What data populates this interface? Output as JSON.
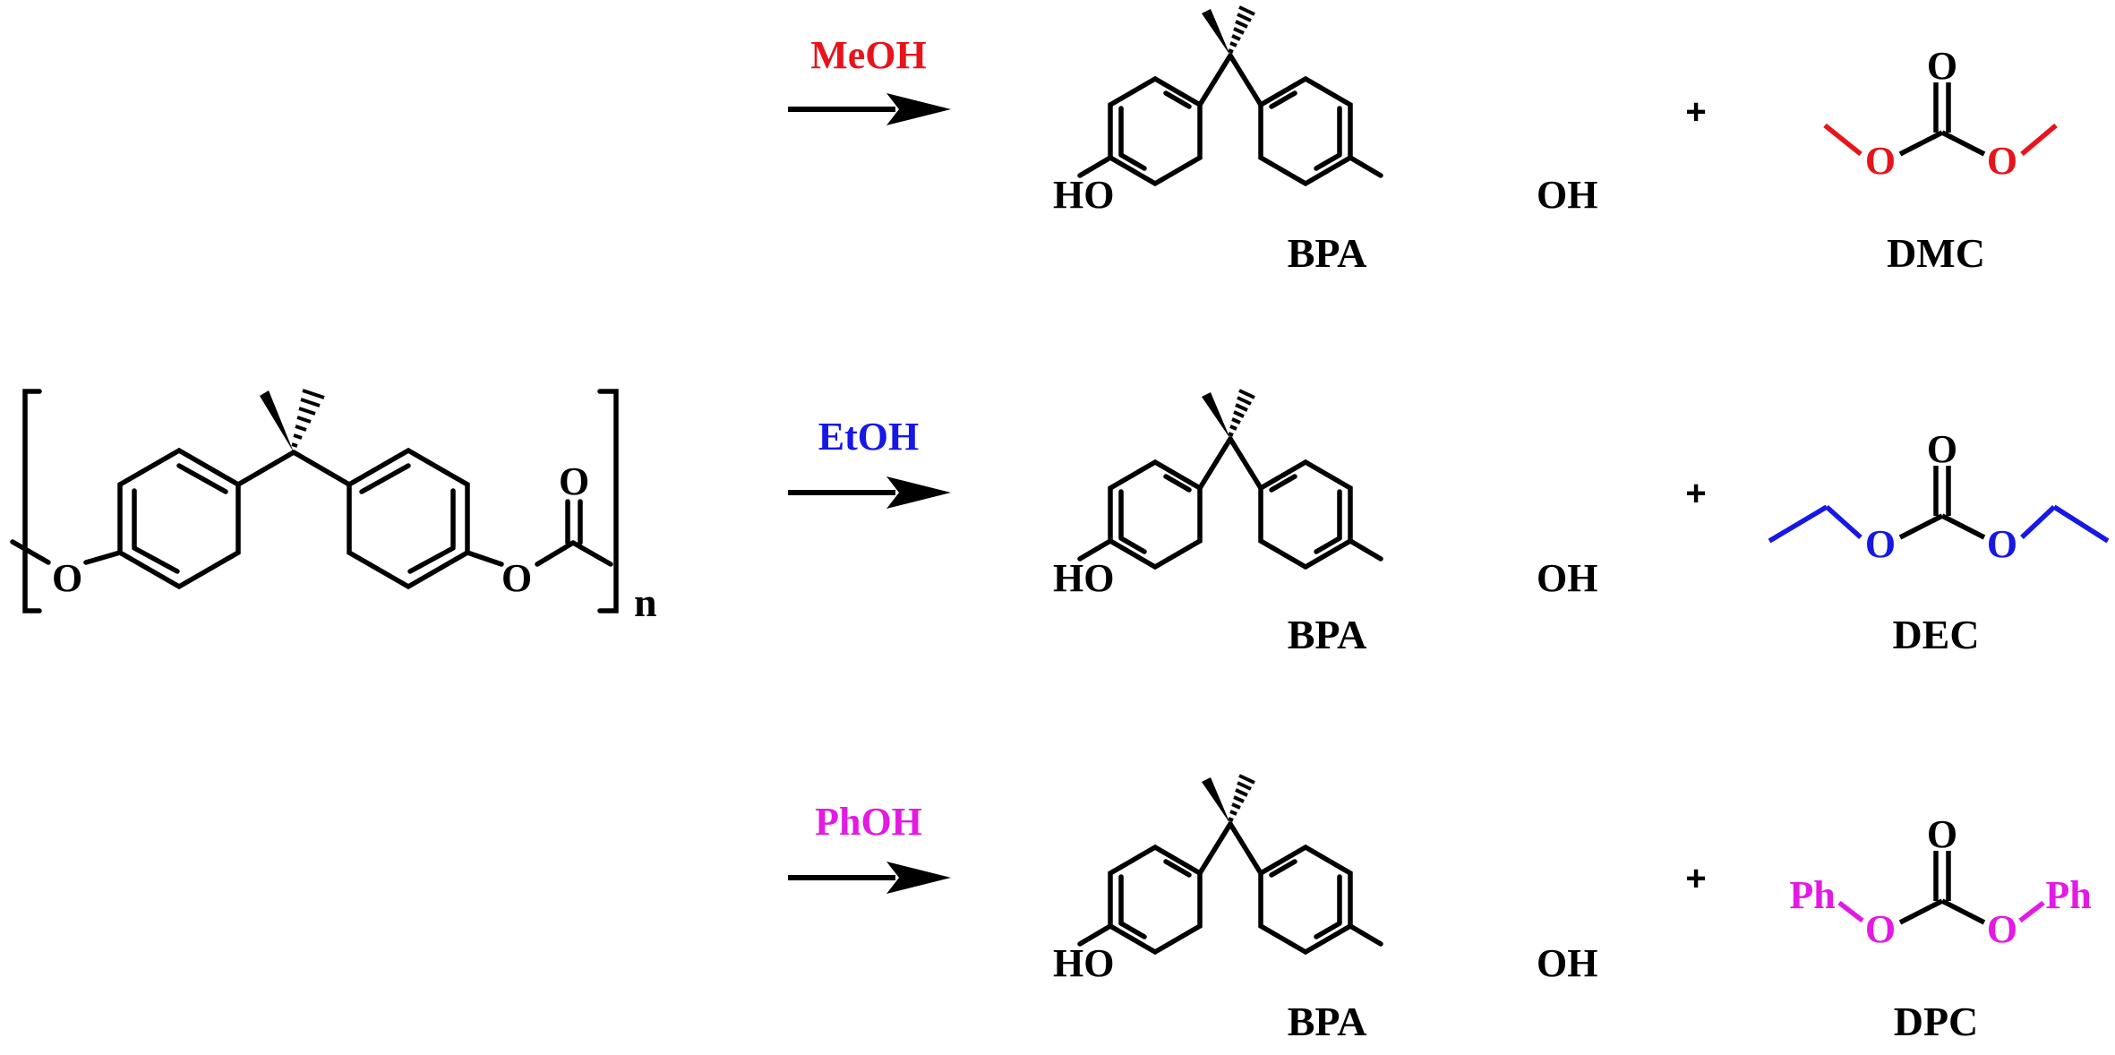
{
  "polymer": {
    "atom_o_left": "O",
    "atom_o_right": "O",
    "atom_o_carbonyl": "O",
    "repeat_n": "n"
  },
  "reactions": [
    {
      "reagent": "MeOH",
      "reagent_color": "#e8141b",
      "bpa": {
        "ho": "HO",
        "oh": "OH",
        "label": "BPA"
      },
      "plus": "+",
      "carbonate": {
        "label": "DMC",
        "o_top": "O",
        "o_left": "O",
        "o_right": "O",
        "color": "#e8141b"
      }
    },
    {
      "reagent": "EtOH",
      "reagent_color": "#1717e6",
      "bpa": {
        "ho": "HO",
        "oh": "OH",
        "label": "BPA"
      },
      "plus": "+",
      "carbonate": {
        "label": "DEC",
        "o_top": "O",
        "o_left": "O",
        "o_right": "O",
        "color": "#1717e6"
      }
    },
    {
      "reagent": "PhOH",
      "reagent_color": "#e31ae3",
      "bpa": {
        "ho": "HO",
        "oh": "OH",
        "label": "BPA"
      },
      "plus": "+",
      "carbonate": {
        "label": "DPC",
        "o_top": "O",
        "o_left": "O",
        "o_right": "O",
        "ph_left": "Ph",
        "ph_right": "Ph",
        "color": "#e31ae3"
      }
    }
  ]
}
